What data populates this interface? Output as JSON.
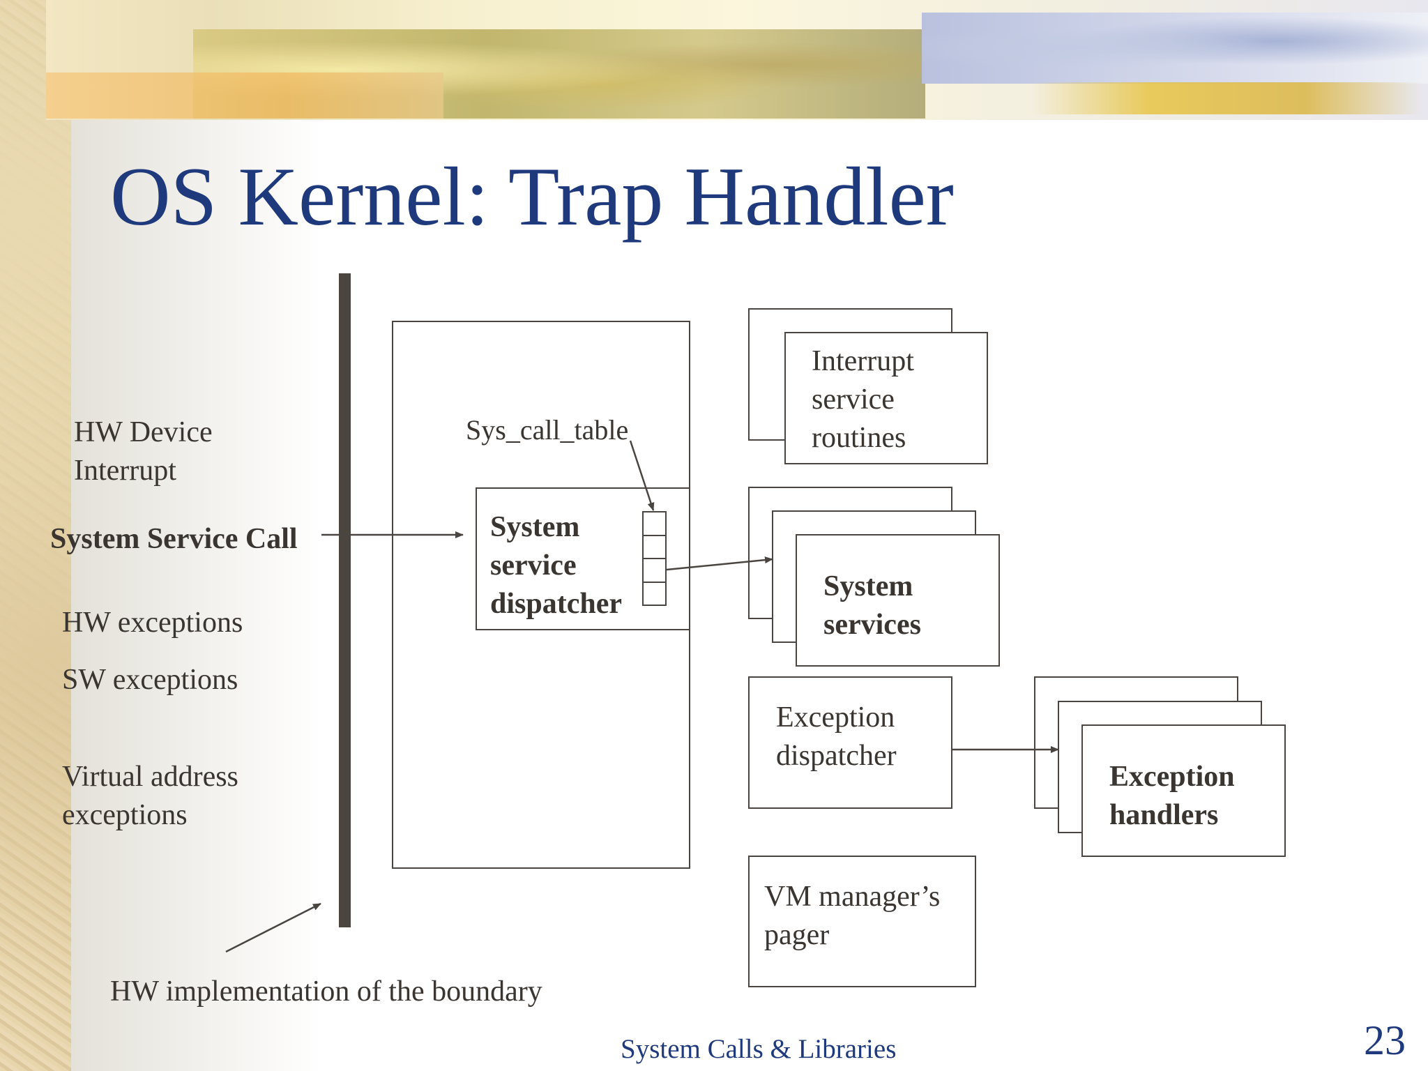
{
  "slide": {
    "title": "OS Kernel: Trap Handler",
    "footer": "System Calls & Libraries",
    "page_number": "23"
  },
  "left_labels": {
    "hw_device_interrupt": [
      "HW Device",
      "Interrupt"
    ],
    "system_service_call": "System Service Call",
    "hw_exceptions": "HW exceptions",
    "sw_exceptions": "SW exceptions",
    "virtual_address_exceptions": [
      "Virtual address",
      "exceptions"
    ],
    "boundary_note": "HW implementation of  the boundary"
  },
  "kernel": {
    "sys_call_table_label": "Sys_call_table",
    "dispatcher_label": [
      "System",
      "service",
      "dispatcher"
    ]
  },
  "right_boxes": {
    "interrupt_service_routines": [
      "Interrupt",
      "service",
      "routines"
    ],
    "system_services": [
      "System",
      "services"
    ],
    "exception_dispatcher": [
      "Exception",
      "dispatcher"
    ],
    "exception_handlers": [
      "Exception",
      "handlers"
    ],
    "vm_pager": [
      "VM manager’s",
      "pager"
    ]
  },
  "colors": {
    "title": "#1f3a7c",
    "text": "#3a3530",
    "lines": "#4a4540",
    "boundary_bar": "#4b4540"
  }
}
